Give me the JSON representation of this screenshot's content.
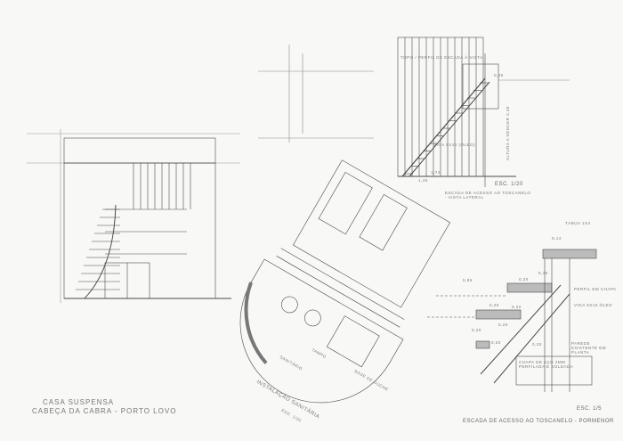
{
  "title_block": {
    "line1": "CASA SUSPENSA",
    "line2": "CABEÇA DA CABRA - PORTO LOVO"
  },
  "stair_elevation": {
    "scale": "ESC. 1/20",
    "caption": "ESCADA DE ACESSO AO TOSCANELO - VISTA LATERAL",
    "height_note": "ALTURA A VENCER 2,40",
    "beam_note": "VIGA 5X10 (ÓLEO)",
    "top_note": "TOPO / PERFIL DE ESCADA À VISTA",
    "dim_bottom": "1,74",
    "dim_bottom2": "1,40",
    "dim_top": "0,40"
  },
  "sanitary": {
    "caption": "INSTALAÇÃO SANITÁRIA",
    "scale": "ESC. 1/20",
    "labels": [
      "SANITÁRIO",
      "TAMPO",
      "BASE DE DUCHE"
    ]
  },
  "detail": {
    "scale": "ESC. 1/5",
    "caption": "ESCADA DE ACESSO AO TOSCANELO - PORMENOR",
    "labels": [
      "TÁBUA 1X4",
      "0,14",
      "5,85",
      "0,20",
      "0,30",
      "0,20",
      "0,22",
      "0,20",
      "0,20",
      "0,20",
      "PERFIL EM CHAPA",
      "VIGA 5X10 ÓLEO",
      "0,20",
      "PAREDE EXISTENTE EM PLANTA"
    ],
    "note": "CHAPA DE AÇO 2MM PERFILADA E SOLDADA"
  },
  "colors": {
    "paper": "#f8f8f6",
    "pencil": "#4a4a4a"
  }
}
